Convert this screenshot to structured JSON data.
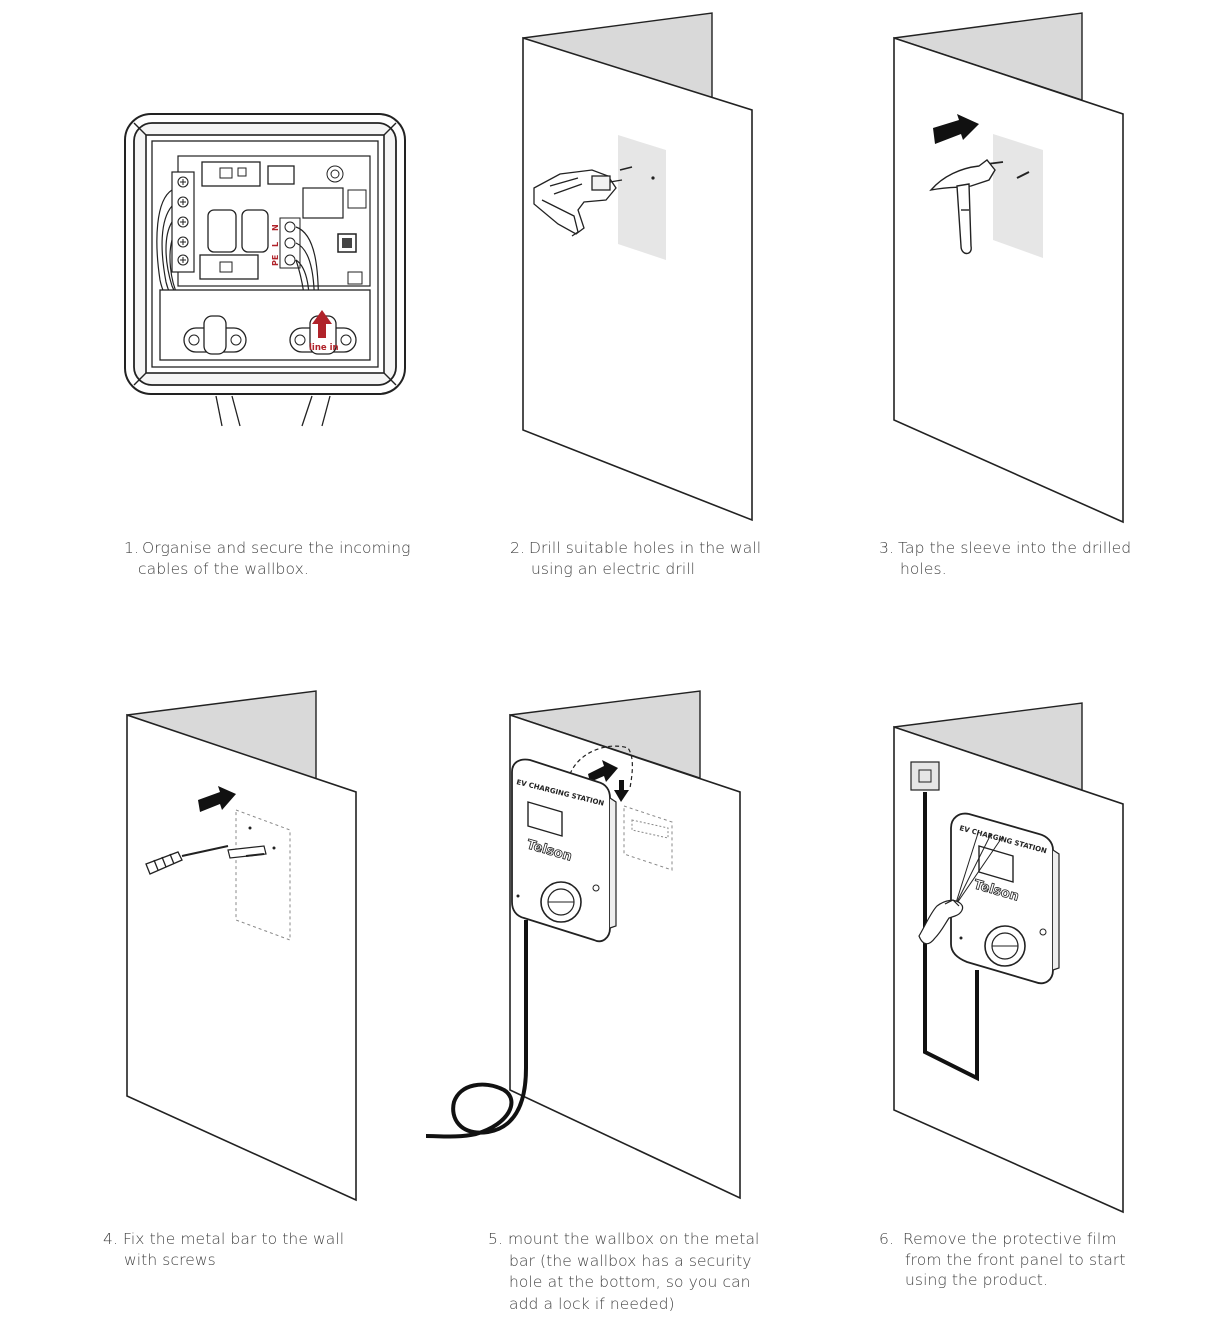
{
  "colors": {
    "wall_front": "#ffffff",
    "wall_side": "#d9d9d9",
    "outline": "#222222",
    "shade": "#e6e6e6",
    "accent_red": "#b0232a"
  },
  "steps": [
    {
      "number": "1.",
      "lines": [
        "Organise and secure the incoming",
        "cables of the wallbox."
      ],
      "icons": [
        "wallbox-wiring-icon",
        "line-in-arrow-icon"
      ],
      "inline_label": "line in",
      "terminal_labels": [
        "PE",
        "L",
        "N"
      ]
    },
    {
      "number": "2.",
      "lines": [
        "Drill suitable holes in the wall",
        "using an electric drill"
      ],
      "icons": [
        "wall-panel-icon",
        "electric-drill-icon"
      ]
    },
    {
      "number": "3.",
      "lines": [
        "Tap the sleeve into the drilled",
        "holes."
      ],
      "icons": [
        "wall-panel-icon",
        "hammer-icon",
        "arrow-right-icon"
      ]
    },
    {
      "number": "4.",
      "lines": [
        "Fix the metal bar to the wall",
        "with screws"
      ],
      "icons": [
        "wall-panel-icon",
        "screwdriver-icon",
        "arrow-right-icon"
      ]
    },
    {
      "number": "5.",
      "lines": [
        "mount the wallbox on the metal",
        "bar (the wallbox has a security",
        "hole at the bottom, so you can",
        "add a lock if needed)"
      ],
      "icons": [
        "wall-panel-icon",
        "wallbox-icon",
        "cable-coil-icon",
        "arrow-right-icon",
        "arrow-down-icon"
      ],
      "device_labels": [
        "EV CHARGING STATION",
        "Telson"
      ]
    },
    {
      "number": "6.",
      "lines": [
        "Remove the protective film",
        "from the front panel to start",
        "using the product."
      ],
      "icons": [
        "wall-panel-icon",
        "wallbox-icon",
        "hand-icon",
        "wall-socket-icon"
      ],
      "device_labels": [
        "EV CHARGING STATION",
        "Telson"
      ]
    }
  ]
}
